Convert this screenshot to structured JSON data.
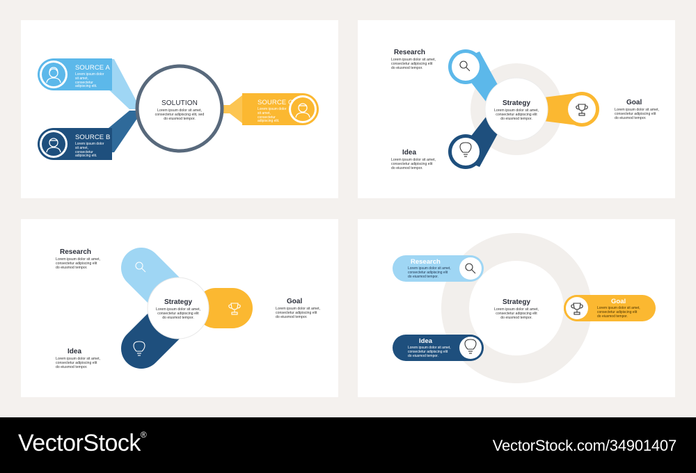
{
  "colors": {
    "light_blue": "#5cb8ea",
    "dark_blue": "#1e4f7d",
    "yellow": "#fbb831",
    "grey_ring": "#58697c",
    "text": "#2b2f3a",
    "page_bg": "#f4f1ee"
  },
  "panel1": {
    "solution_title": "SOLUTION",
    "solution_body": "Lorem ipsum dolor sit amet,\nconsectetur adipiscing elit, sed\ndo eiusmod tempor.",
    "source_a_label": "SOURCE A",
    "source_a_body": "Lorem ipsum dolor\nsit amet,\nconsectetur\nadipiscing elit.",
    "source_b_label": "SOURCE B",
    "source_b_body": "Lorem ipsum dolor\nsit amet,\nconsectetur\nadipiscing elit.",
    "source_c_label": "SOURCE C",
    "source_c_body": "Lorem ipsum dolor\nsit amet,\nconsectetur\nadipiscing elit.",
    "icons": [
      "woman-avatar-icon",
      "man-avatar-icon",
      "man-avatar-icon"
    ]
  },
  "panel2": {
    "center_title": "Strategy",
    "center_body": "Lorem ipsum dolor sit amet,\nconsectetur adipiscing elit\ndo eiusmod tempor.",
    "research_title": "Research",
    "research_body": "Lorem ipsum dolor sit amet,\nconsectetur adipiscing elit\ndo eiusmod tempor.",
    "goal_title": "Goal",
    "goal_body": "Lorem ipsum dolor sit amet,\nconsectetur adipiscing elit\ndo eiusmod tempor.",
    "idea_title": "Idea",
    "idea_body": "Lorem ipsum dolor sit amet,\nconsectetur adipiscing elit\ndo eiusmod tempor.",
    "icons": [
      "magnifier-icon",
      "trophy-icon",
      "lightbulb-icon"
    ]
  },
  "panel3": {
    "center_title": "Strategy",
    "center_body": "Lorem ipsum dolor sit amet,\nconsectetur adipiscing elit\ndo eiusmod tempor.",
    "research_title": "Research",
    "research_body": "Lorem ipsum dolor sit amet,\nconsectetur adipiscing elit\ndo eiusmod tempor.",
    "goal_title": "Goal",
    "goal_body": "Lorem ipsum dolor sit amet,\nconsectetur adipiscing elit\ndo eiusmod tempor.",
    "idea_title": "Idea",
    "idea_body": "Lorem ipsum dolor sit amet,\nconsectetur adipiscing elit\ndo eiusmod tempor.",
    "icons": [
      "magnifier-icon",
      "trophy-icon",
      "lightbulb-icon"
    ]
  },
  "panel4": {
    "center_title": "Strategy",
    "center_body": "Lorem ipsum dolor sit amet,\nconsectetur adipiscing elit\ndo eiusmod tempor.",
    "research_title": "Research",
    "research_body": "Lorem ipsum dolor sit amet,\nconsectetur adipiscing elit\ndo eiusmod tempor.",
    "goal_title": "Goal",
    "goal_body": "Lorem ipsum dolor sit amet,\nconsectetur adipiscing elit\ndo eiusmod tempor.",
    "idea_title": "Idea",
    "idea_body": "Lorem ipsum dolor sit amet,\nconsectetur adipiscing elit\ndo eiusmod tempor.",
    "icons": [
      "magnifier-icon",
      "trophy-icon",
      "lightbulb-icon"
    ]
  },
  "footer": {
    "logo": "VectorStock",
    "registered_mark": "®",
    "image_id": "VectorStock.com/34901407"
  }
}
